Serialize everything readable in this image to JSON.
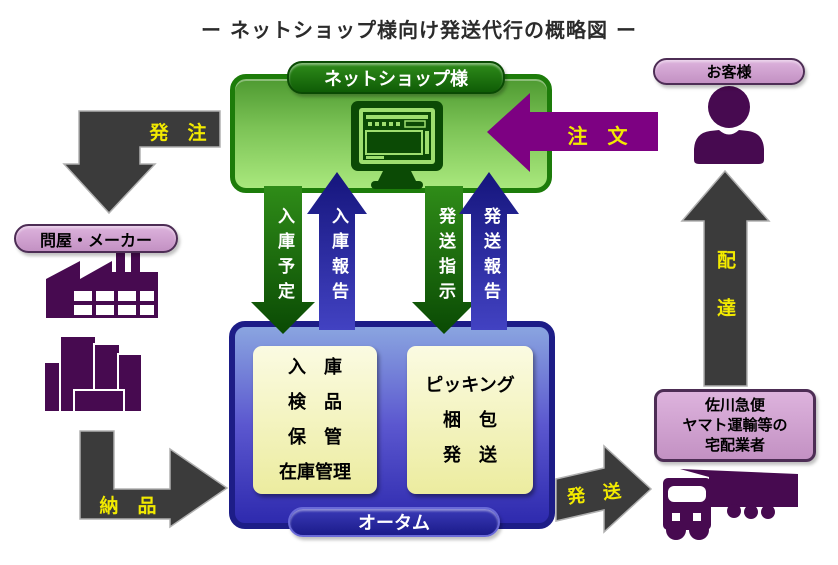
{
  "title": "ー ネットショップ様向け発送代行の概略図 ー",
  "netshop": {
    "label": "ネットショップ様"
  },
  "customer": {
    "label": "お客様"
  },
  "supplier": {
    "label": "問屋・メーカー"
  },
  "fulfillment": {
    "label": "オータム",
    "inbound_box": {
      "lines": [
        "入　庫",
        "検　品",
        "保　管",
        "在庫管理"
      ]
    },
    "outbound_box": {
      "lines": [
        "ピッキング",
        "梱　包",
        "発　送"
      ]
    }
  },
  "carrier": {
    "lines": [
      "佐川急便",
      "ヤマト運輸等の",
      "宅配業者"
    ]
  },
  "arrows": {
    "hacchu": "発　注",
    "chumon": "注　文",
    "nyuko_yotei": "入庫予定",
    "nyuko_hokoku": "入庫報告",
    "hasso_shiji": "発送指示",
    "hasso_hokoku": "発送報告",
    "nohin": "納　品",
    "hasso": "発　送",
    "haitatsu": "配　達"
  },
  "colors": {
    "accent_yellow": "#f2ea00",
    "green_box_border": "#1d7c0a",
    "green_dark": "#0b4a05",
    "navy": "#1d1d87",
    "purple_arrow": "#7d0182",
    "icon_purple": "#470a50",
    "gray_arrow": "#3b3b3b",
    "pink_label": "#cc99cc"
  }
}
